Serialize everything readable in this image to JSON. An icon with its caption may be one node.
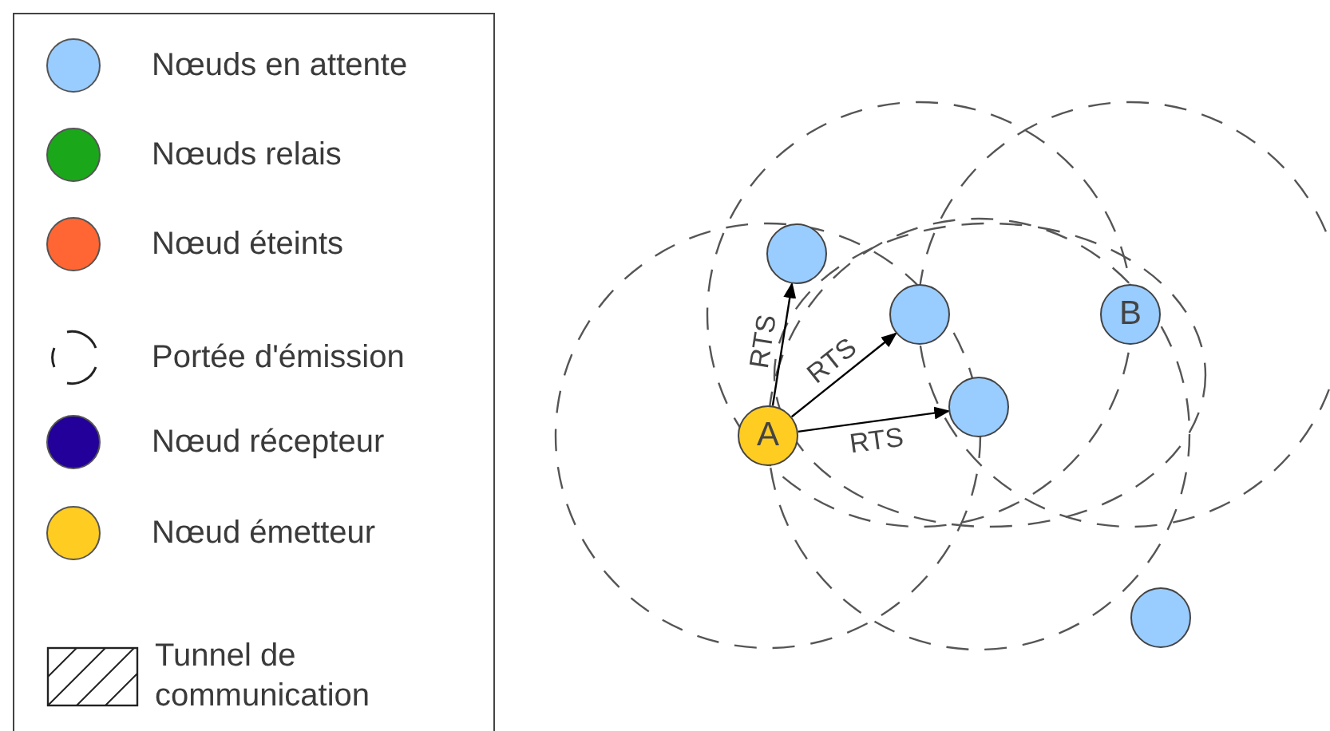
{
  "diagram": {
    "nodes": [
      {
        "text": [],
        "shape": "circle"
      },
      {
        "text": [],
        "shape": "circle"
      },
      {
        "text": [
          "B"
        ]
      },
      {
        "text": [],
        "shape": "circle"
      },
      {
        "text": [
          "A"
        ]
      },
      {
        "text": [],
        "shape": "circle"
      }
    ],
    "edges": [
      {
        "from": 4,
        "to": 0,
        "arrow": "to",
        "label": "RTS"
      },
      {
        "from": 4,
        "to": 1,
        "arrow": "to",
        "label": "RTS"
      },
      {
        "from": 4,
        "to": 3,
        "arrow": "to",
        "label": "RTS"
      }
    ],
    "legend": [
      {
        "text": "Nœuds en attente",
        "color": "#99ccff"
      },
      {
        "text": "Nœuds relais",
        "color": "#1aa81a"
      },
      {
        "text": "Nœud éteints",
        "color": "#ff6633"
      },
      {
        "text": "Portée d'émission"
      },
      {
        "text": "Nœud récepteur",
        "color": "#220099"
      },
      {
        "text": "Nœud émetteur",
        "color": "#ffcc22"
      },
      {
        "text": "Tunnel de communication"
      }
    ]
  }
}
